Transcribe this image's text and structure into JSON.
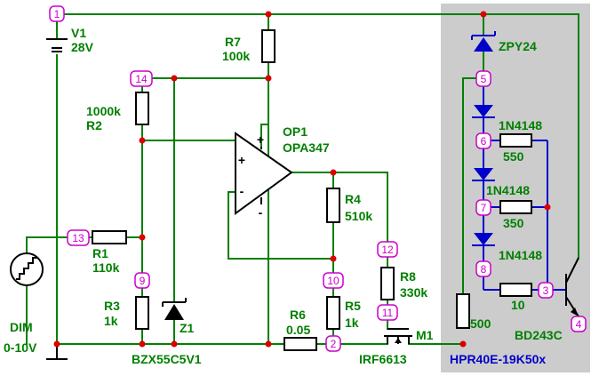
{
  "nodes": [
    "1",
    "2",
    "3",
    "4",
    "5",
    "6",
    "7",
    "8",
    "9",
    "10",
    "11",
    "12",
    "13",
    "14"
  ],
  "components": {
    "v1": {
      "name": "V1",
      "value": "28V"
    },
    "r7": {
      "name": "R7",
      "value": "100k"
    },
    "r2": {
      "name": "R2",
      "value": "1000k"
    },
    "r1": {
      "name": "R1",
      "value": "110k"
    },
    "r3": {
      "name": "R3",
      "value": "1k"
    },
    "r4": {
      "name": "R4",
      "value": "510k"
    },
    "r5": {
      "name": "R5",
      "value": "1k"
    },
    "r6": {
      "name": "R6",
      "value": "0.05"
    },
    "r8": {
      "name": "R8",
      "value": "330k"
    },
    "op1": {
      "name": "OP1",
      "part": "OPA347"
    },
    "z1": {
      "name": "Z1",
      "part": "BZX55C5V1"
    },
    "m1": {
      "name": "M1",
      "part": "IRF6613"
    },
    "dim": {
      "name": "DIM",
      "range": "0-10V"
    }
  },
  "module": {
    "part": "HPR40E-19K50x",
    "zener": "ZPY24",
    "diode1": "1N4148",
    "diode2": "1N4148",
    "diode3": "1N4148",
    "r550": "550",
    "r350": "350",
    "r10": "10",
    "r500": "500",
    "transistor": "BD243C"
  },
  "opamp_signs": {
    "plus": "+",
    "minus": "-"
  },
  "colors": {
    "wire": "#008000",
    "module_wire": "#0000cc",
    "junction": "#dd0000",
    "node_marker": "#cc00cc",
    "module_bg": "#cccccc"
  }
}
